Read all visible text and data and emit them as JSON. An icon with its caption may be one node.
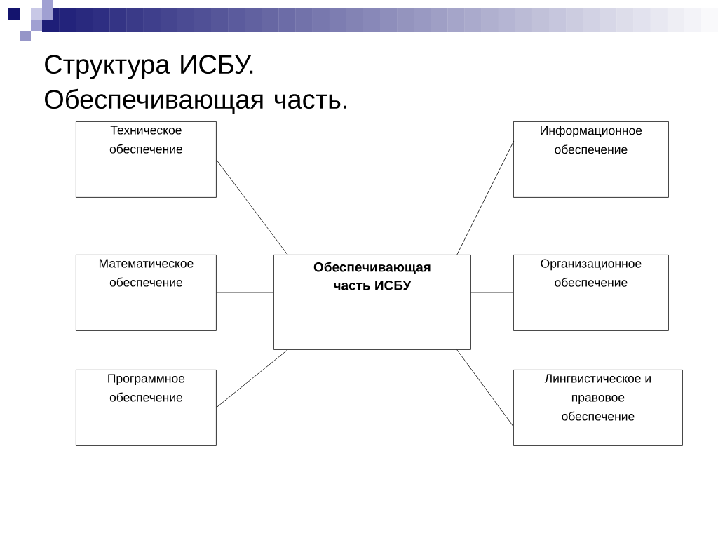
{
  "diagram": {
    "title": "Структура ИСБУ. Обеспечивающая часть.",
    "nodes": [
      {
        "text": [
          "Техническое обеспечение"
        ]
      },
      {
        "text": [
          "Информационное обеспечение"
        ]
      },
      {
        "text": [
          "Математическое обеспечение"
        ]
      },
      {
        "text": [
          "Обеспечивающая часть ИСБУ"
        ]
      },
      {
        "text": [
          "Организационное обеспечение"
        ]
      },
      {
        "text": [
          "Программное обеспечение"
        ]
      },
      {
        "text": [
          "Лингвистическое и правовое обеспечение"
        ]
      }
    ],
    "edges": [
      {
        "from": 3,
        "to": 0,
        "arrow": "none"
      },
      {
        "from": 3,
        "to": 1,
        "arrow": "none"
      },
      {
        "from": 3,
        "to": 2,
        "arrow": "none"
      },
      {
        "from": 3,
        "to": 4,
        "arrow": "none"
      },
      {
        "from": 3,
        "to": 5,
        "arrow": "none"
      },
      {
        "from": 3,
        "to": 6,
        "arrow": "none"
      }
    ]
  }
}
